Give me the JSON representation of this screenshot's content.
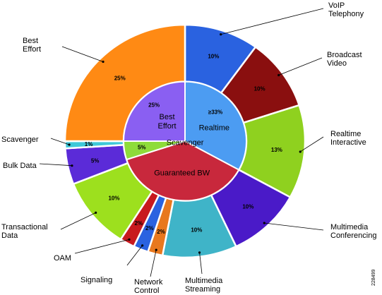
{
  "chart_data": {
    "type": "pie",
    "outer_ring": [
      {
        "label": "VoIP\nTelephony",
        "value": 10,
        "display": "10%",
        "color": "#2a62e0"
      },
      {
        "label": "Broadcast\nVideo",
        "value": 10,
        "display": "10%",
        "color": "#8a0f0f"
      },
      {
        "label": "Realtime\nInteractive",
        "value": 13,
        "display": "13%",
        "color": "#8fd11f"
      },
      {
        "label": "Multimedia\nConferencing",
        "value": 10,
        "display": "10%",
        "color": "#4a1ac8"
      },
      {
        "label": "Multimedia\nStreaming",
        "value": 10,
        "display": "10%",
        "color": "#3fb4c8"
      },
      {
        "label": "Network\nControl",
        "value": 2,
        "display": "2%",
        "color": "#e8781e"
      },
      {
        "label": "Signaling",
        "value": 2,
        "display": "2%",
        "color": "#2a62e0"
      },
      {
        "label": "OAM",
        "value": 2,
        "display": "2%",
        "color": "#c8191e"
      },
      {
        "label": "Transactional\nData",
        "value": 10,
        "display": "10%",
        "color": "#9de01e"
      },
      {
        "label": "Bulk Data",
        "value": 5,
        "display": "5%",
        "color": "#5b2bd8"
      },
      {
        "label": "Scavenger",
        "value": 1,
        "display": "1%",
        "color": "#3ec8d8"
      },
      {
        "label": "Best\nEffort",
        "value": 25,
        "display": "25%",
        "color": "#ff8a14"
      }
    ],
    "inner_ring": [
      {
        "label": "Realtime",
        "value": 33,
        "display": "≥33%",
        "color": "#4c9cf2"
      },
      {
        "label": "Guaranteed BW",
        "value": 37,
        "display": "",
        "color": "#c8283c"
      },
      {
        "label": "Scavenger",
        "value": 5,
        "display": "5%",
        "color": "#8edc3a"
      },
      {
        "label": "Best\nEffort",
        "value": 25,
        "display": "25%",
        "color": "#8a5ff2"
      }
    ],
    "figure_id": "228499"
  }
}
